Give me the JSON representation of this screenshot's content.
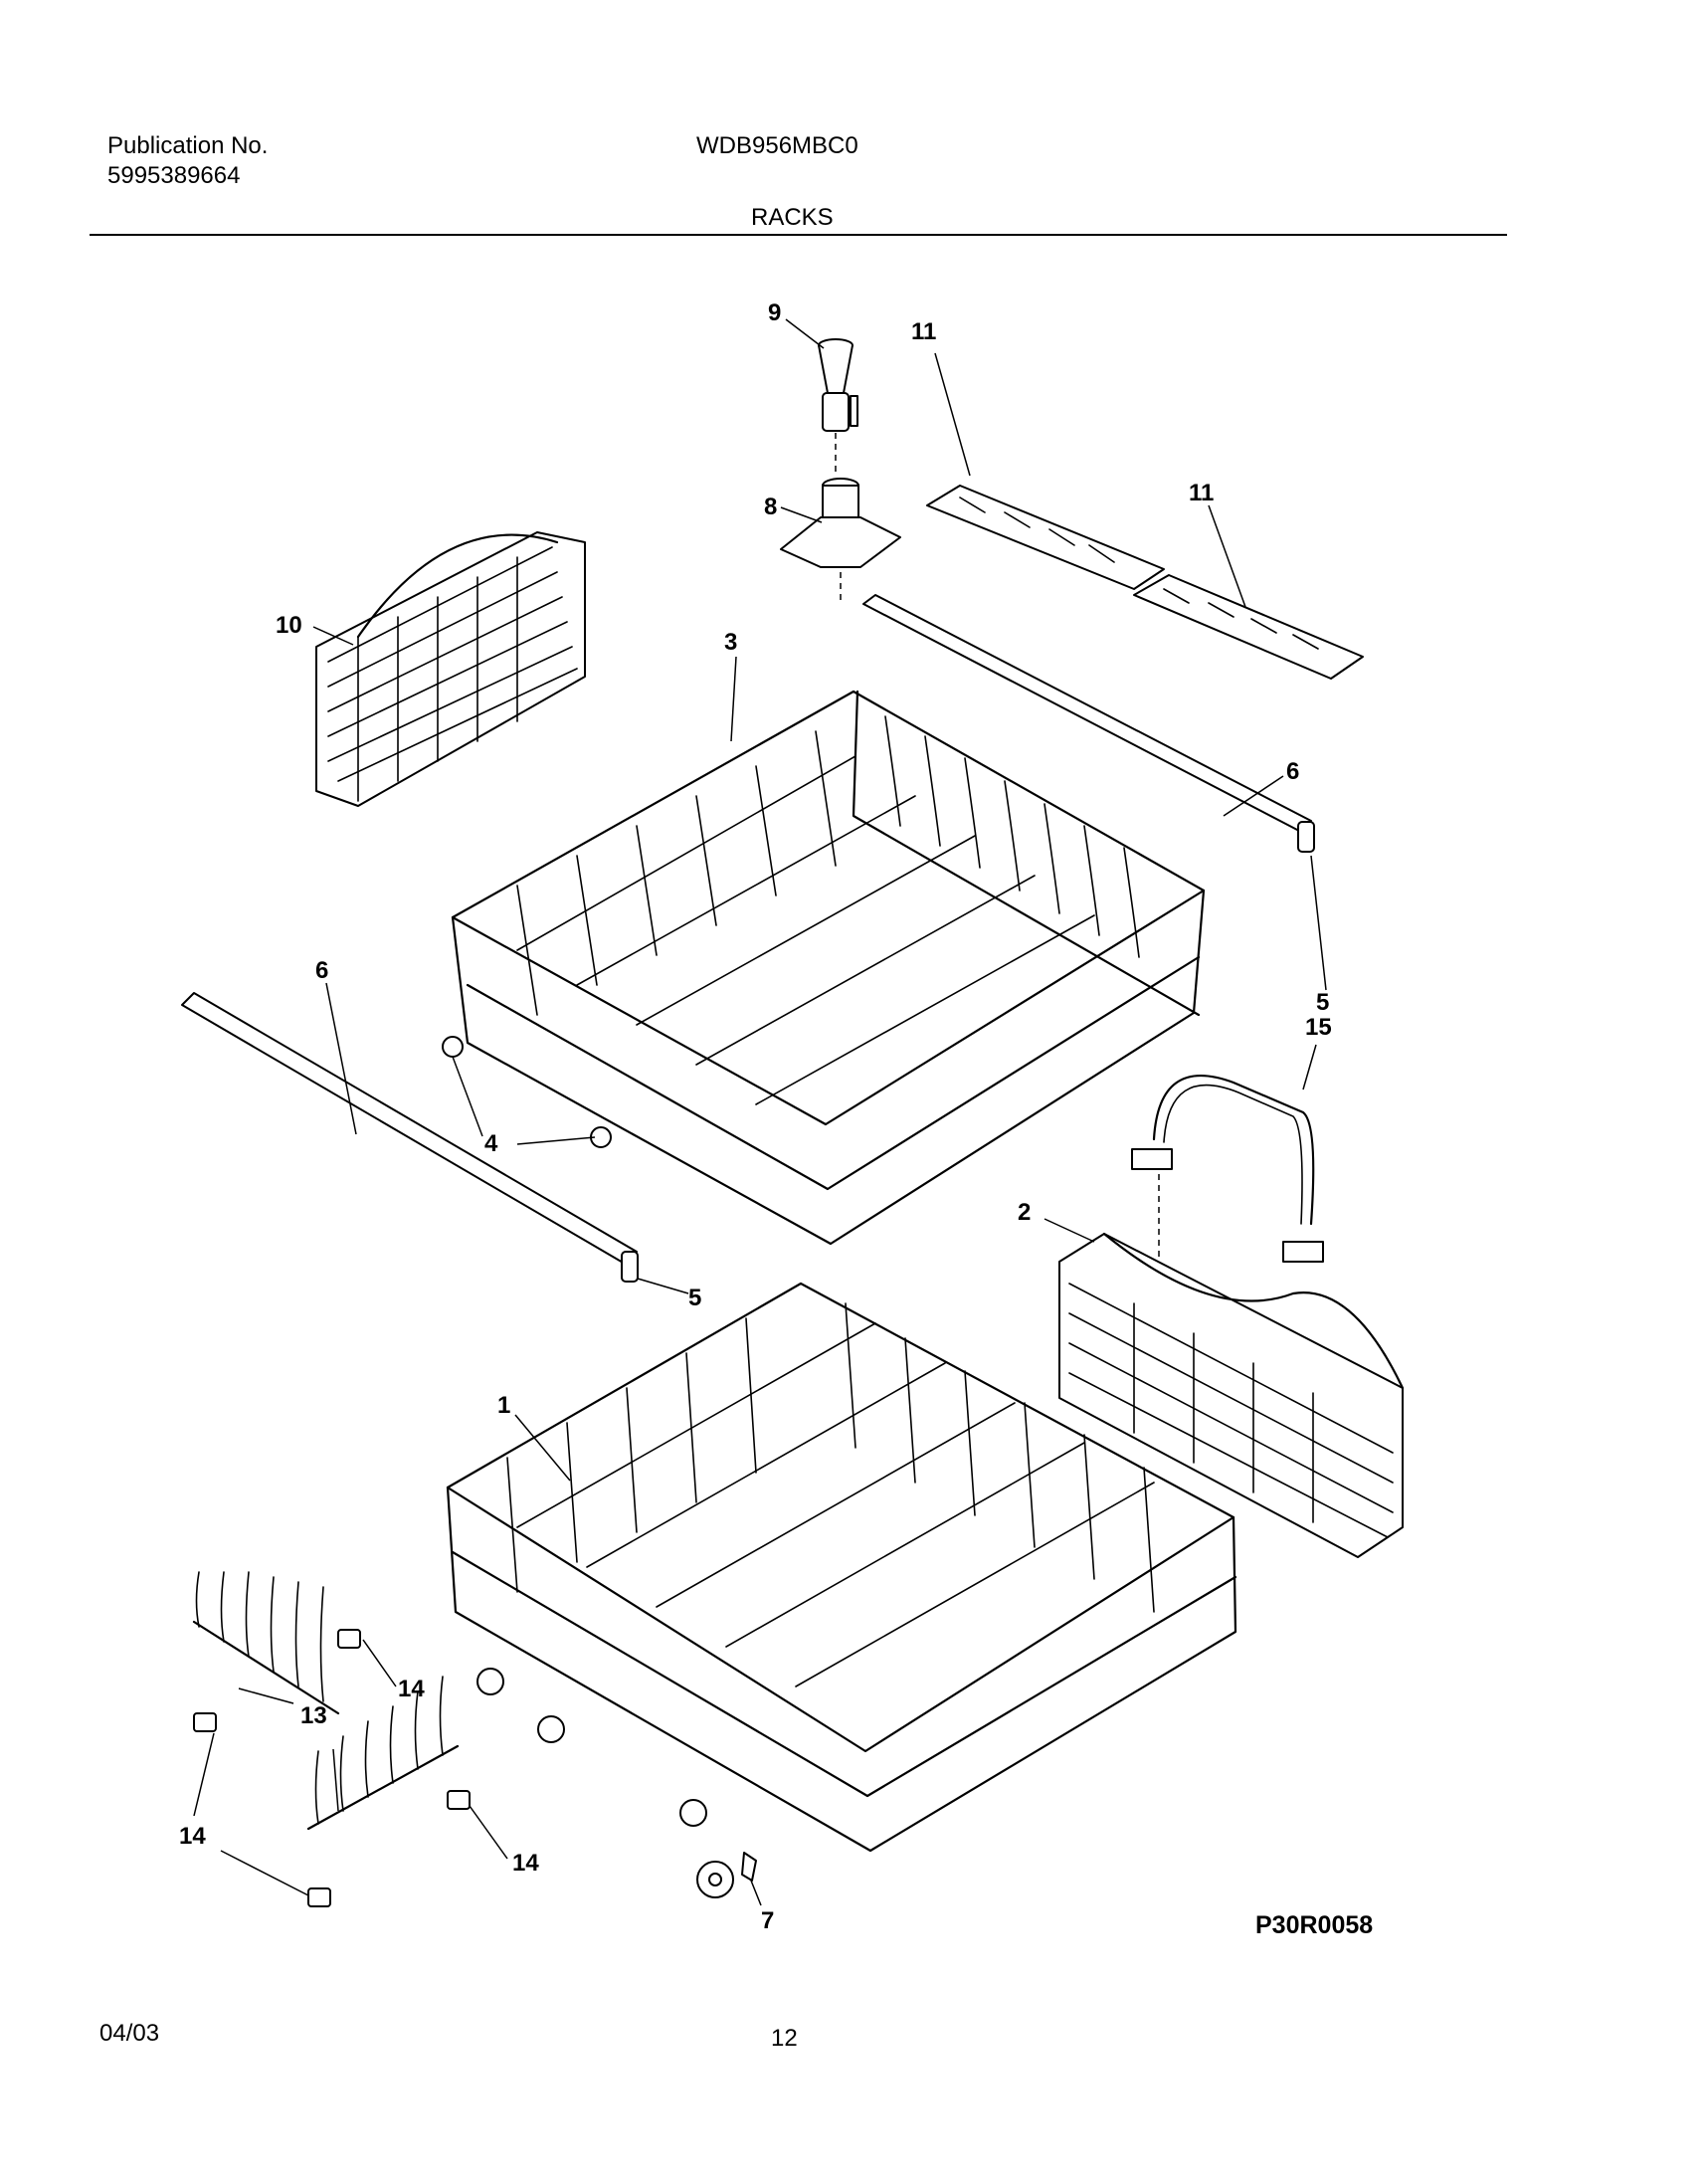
{
  "header": {
    "publication_label": "Publication No.",
    "publication_number": "5995389664",
    "model": "WDB956MBC0",
    "section": "RACKS"
  },
  "diagram": {
    "code": "P30R0058",
    "callouts": [
      {
        "id": "c9",
        "label": "9"
      },
      {
        "id": "c11a",
        "label": "11"
      },
      {
        "id": "c11b",
        "label": "11"
      },
      {
        "id": "c8",
        "label": "8"
      },
      {
        "id": "c10",
        "label": "10"
      },
      {
        "id": "c3",
        "label": "3"
      },
      {
        "id": "c6a",
        "label": "6"
      },
      {
        "id": "c5a",
        "label": "5"
      },
      {
        "id": "c6b",
        "label": "6"
      },
      {
        "id": "c15",
        "label": "15"
      },
      {
        "id": "c4",
        "label": "4"
      },
      {
        "id": "c2",
        "label": "2"
      },
      {
        "id": "c5b",
        "label": "5"
      },
      {
        "id": "c1",
        "label": "1"
      },
      {
        "id": "c14a",
        "label": "14"
      },
      {
        "id": "c13",
        "label": "13"
      },
      {
        "id": "c14b",
        "label": "14"
      },
      {
        "id": "c14c",
        "label": "14"
      },
      {
        "id": "c7",
        "label": "7"
      }
    ]
  },
  "footer": {
    "date": "04/03",
    "page": "12"
  }
}
